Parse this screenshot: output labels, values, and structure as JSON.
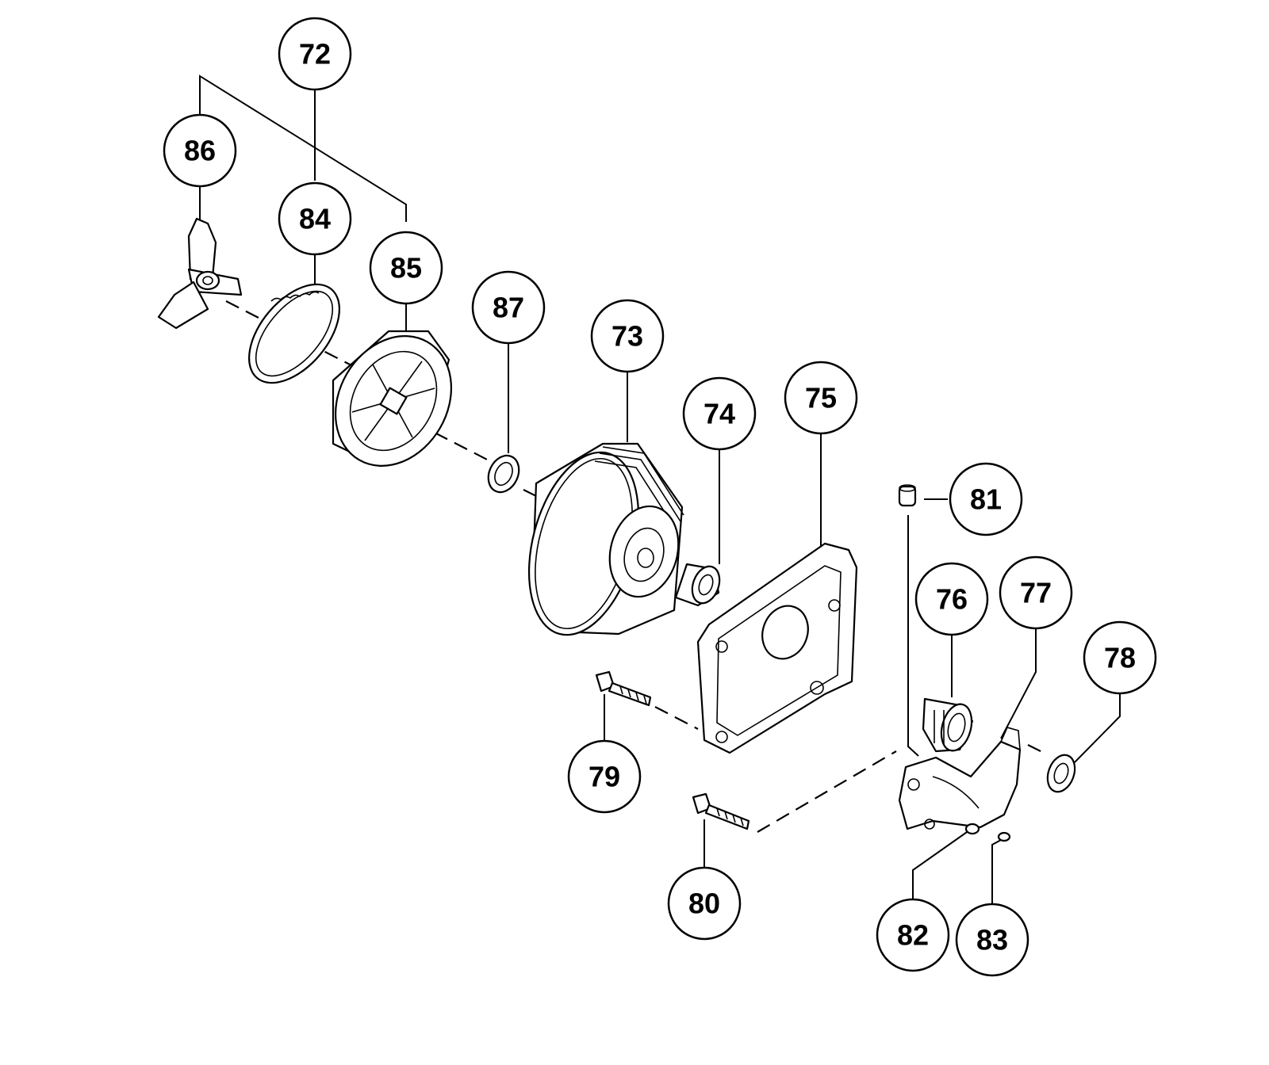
{
  "callouts": {
    "c72": "72",
    "c73": "73",
    "c74": "74",
    "c75": "75",
    "c76": "76",
    "c77": "77",
    "c78": "78",
    "c79": "79",
    "c80": "80",
    "c81": "81",
    "c82": "82",
    "c83": "83",
    "c84": "84",
    "c85": "85",
    "c86": "86",
    "c87": "87"
  }
}
